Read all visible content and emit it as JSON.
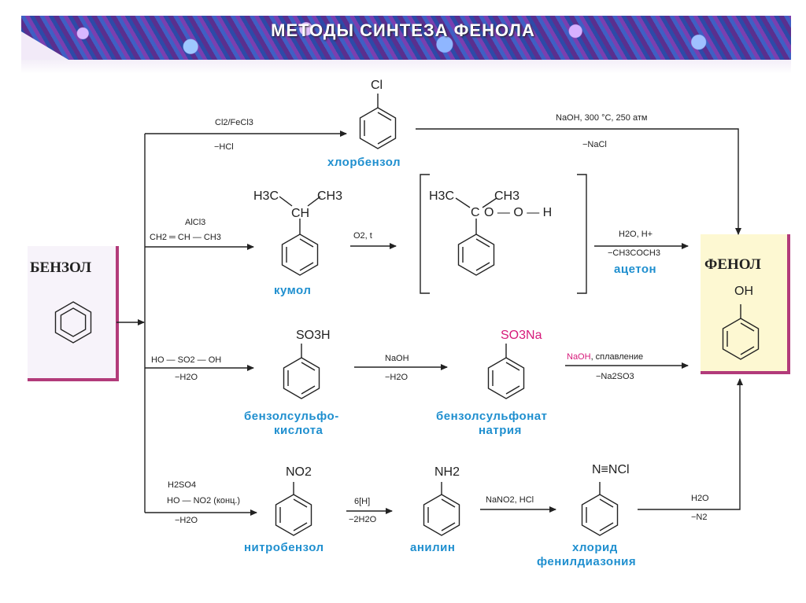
{
  "title": "МЕТОДЫ СИНТЕЗА ФЕНОЛА",
  "start": "БЕНЗОЛ",
  "product": {
    "title": "ФЕНОЛ",
    "group": "OH"
  },
  "chlorobenzene": {
    "reagent": "Cl2/FeCl3",
    "byproduct": "−HCl",
    "group": "Cl",
    "name": "хлорбензол",
    "to_phenol_reagent": "NaOH, 300 °C, 250 атм",
    "to_phenol_byproduct": "−NaCl"
  },
  "cumene": {
    "catalyst": "AlCl3",
    "reagent": "CH2 ═ CH — CH3",
    "left_methyl": "H3C",
    "right_methyl": "CH3",
    "ch": "CH",
    "name": "кумол",
    "oxidant": "O2, t",
    "hydroperoxide": {
      "left_methyl": "H3C",
      "right_methyl": "CH3",
      "c": "C",
      "chain": "O — O — H"
    },
    "to_phenol_reagent": "H2O, H+",
    "to_phenol_byproduct": "−CH3COCH3",
    "byproduct_name": "ацетон"
  },
  "sulfonic": {
    "reagent": "HO — SO2 — OH",
    "byproduct": "−H2O",
    "group": "SO3H",
    "name_line1": "бензолсульфо-",
    "name_line2": "кислота",
    "naoh_reagent": "NaOH",
    "naoh_byproduct": "−H2O",
    "salt_group": "SO3Na",
    "salt_name_line1": "бензолсульфонат",
    "salt_name_line2": "натрия",
    "fusion_naoh": "NaOH",
    "fusion_label": ", сплавление",
    "fusion_byproduct": "−Na2SO3"
  },
  "nitro": {
    "acid": "H2SO4",
    "reagent": "HO — NO2 (конц.)",
    "byproduct": "−H2O",
    "group": "NO2",
    "name": "нитробензол",
    "reduction_reagent": "6[H]",
    "reduction_byproduct": "−2H2O",
    "amine_group": "NH2",
    "amine_name": "анилин",
    "diazo_reagent": "NaNO2, HCl",
    "diazo_group": "N≡NCl",
    "diazo_name_line1": "хлорид",
    "diazo_name_line2": "фенилдиазония",
    "hydrolysis_reagent": "H2O",
    "hydrolysis_byproduct": "−N2"
  },
  "colors": {
    "accent": "#b23b7a",
    "name": "#1f8fcf",
    "pink": "#d6197a",
    "phenol_bg": "#fdf8d2"
  }
}
